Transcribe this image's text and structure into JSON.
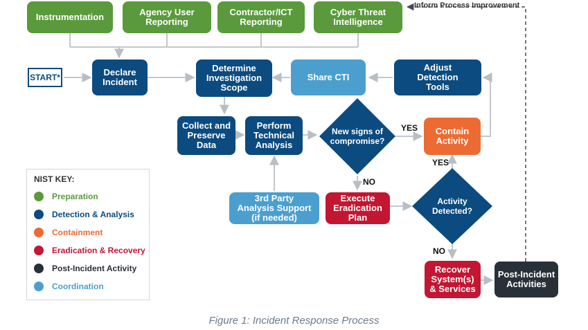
{
  "nodes": {
    "instrumentation": "Instrumentation",
    "agency_user_reporting": "Agency User\nReporting",
    "contractor_ict_reporting": "Contractor/ICT\nReporting",
    "cyber_threat_intelligence": "Cyber Threat\nIntelligence",
    "start": "START*",
    "declare_incident": "Declare\nIncident",
    "determine_scope": "Determine\nInvestigation\nScope",
    "share_cti": "Share CTI",
    "adjust_detection_tools": "Adjust\nDetection\nTools",
    "collect_preserve": "Collect and\nPreserve\nData",
    "perform_analysis": "Perform\nTechnical\nAnalysis",
    "new_signs": "New signs of\ncompromise?",
    "contain_activity": "Contain\nActivity",
    "third_party": "3rd Party\nAnalysis Support\n(if needed)",
    "execute_eradication": "Execute\nEradication\nPlan",
    "activity_detected": "Activity\nDetected?",
    "recover_systems": "Recover\nSystem(s)\n& Services",
    "post_incident": "Post-Incident\nActivities"
  },
  "edge_labels": {
    "yes_1": "YES",
    "no_1": "NO",
    "yes_2": "YES",
    "no_2": "NO",
    "inform_process": "Inform Process Improvement"
  },
  "key": {
    "title": "NIST KEY:",
    "items": [
      {
        "label": "Preparation",
        "color": "#5a9a3c"
      },
      {
        "label": "Detection & Analysis",
        "color": "#0b4b7f"
      },
      {
        "label": "Containment",
        "color": "#ec6b33"
      },
      {
        "label": "Eradication & Recovery",
        "color": "#c31632"
      },
      {
        "label": "Post-Incident Activity",
        "color": "#2a3038"
      },
      {
        "label": "Coordination",
        "color": "#4a9fcf"
      }
    ]
  },
  "caption": "Figure 1: Incident Response Process",
  "colors": {
    "preparation": "#5a9a3c",
    "detection": "#0b4b7f",
    "containment": "#ec6b33",
    "eradication": "#c31632",
    "post_incident": "#2a3038",
    "coordination": "#4a9fcf",
    "connector": "#c3c7cc"
  }
}
